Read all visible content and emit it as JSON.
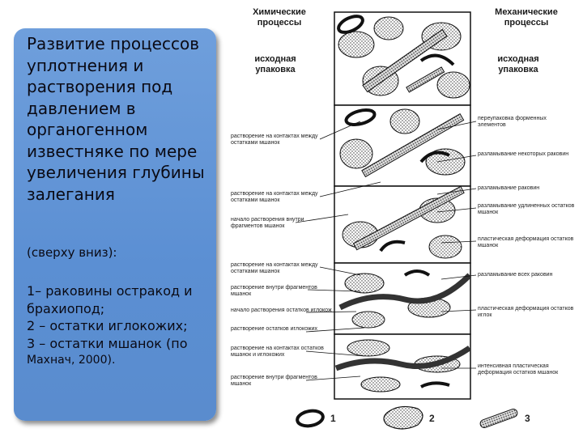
{
  "panel": {
    "title": "Развитие процессов уплотнения и растворения под давлением в органогенном известняке по мере увеличения глубины залегания",
    "subtitle": "(сверху вниз):",
    "legend_lines": [
      "1– раковины остракод и брахиопод;",
      "2 – остатки иглокожих;",
      "3 – остатки мшанок (по"
    ],
    "source": "Махнач, 2000)."
  },
  "headers": {
    "chemical": "Химические процессы",
    "mechanical": "Механические процессы",
    "initial_chem": "исходная упаковка",
    "initial_mech": "исходная упаковка"
  },
  "left_labels": [
    "растворение на контактах между остатками мшанок",
    "растворение на контактах между остатками мшанок",
    "начало растворения внутри фрагментов мшанок",
    "растворение на контактах между остатками мшанок",
    "растворение внутри фрагментов мшанок",
    "начало растворения остатков иглокож",
    "растворение остатков иглокожих",
    "растворение на контактах остатков мшанок и иглокожих",
    "растворение внутри фрагментов мшанок"
  ],
  "right_labels": [
    "переупаковка форменных элементов",
    "разламывание некоторых раковин",
    "разламывание раковин",
    "разламывание удлиненных остатков мшанок",
    "пластическая деформация остатков мшанок",
    "разламывание всех раковин",
    "пластическая деформация остатков иглок",
    "интенсивная пластическая деформация остатков мшанок"
  ],
  "legend_numbers": [
    "1",
    "2",
    "3"
  ],
  "colors": {
    "panel": "#5b8fd3",
    "ink": "#111111"
  }
}
